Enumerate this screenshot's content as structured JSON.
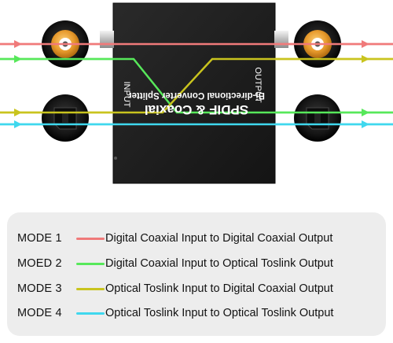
{
  "device": {
    "title": "SPDIF & Coaxial",
    "subtitle": "Bi-directional Converter Splitter",
    "input_label": "INPUT",
    "output_label": "OUTPUT",
    "body_color": "#1e1e1e"
  },
  "colors": {
    "mode1": "#f07a7a",
    "mode2": "#57e85a",
    "mode3": "#c9c41e",
    "mode4": "#3fd8ee"
  },
  "legend": [
    {
      "mode": "MODE 1",
      "desc": "Digital Coaxial Input to Digital Coaxial Output"
    },
    {
      "mode": "MOED 2",
      "desc": "Digital Coaxial Input to Optical Toslink Output"
    },
    {
      "mode": "MODE 3",
      "desc": "Optical Toslink Input to Digital Coaxial Output"
    },
    {
      "mode": "MODE 4",
      "desc": "Optical Toslink Input to Optical Toslink Output"
    }
  ]
}
